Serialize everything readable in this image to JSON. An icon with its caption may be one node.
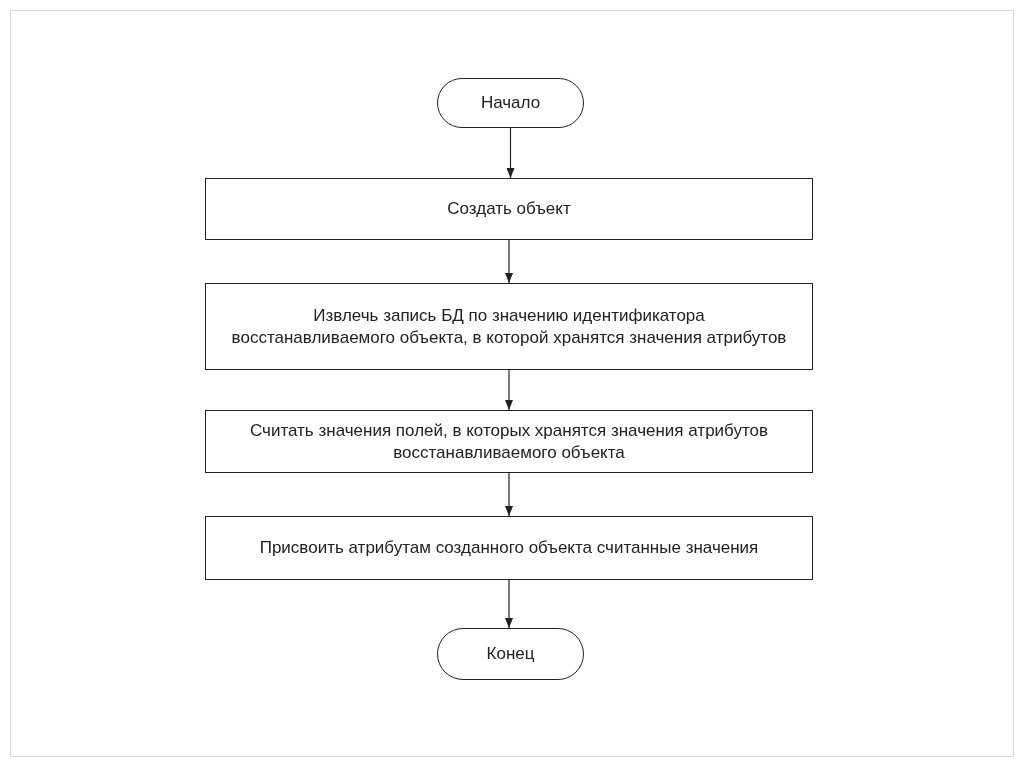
{
  "diagram": {
    "nodes": [
      {
        "text": [
          "Начало"
        ]
      },
      {
        "text": [
          "Создать объект"
        ]
      },
      {
        "text": [
          "Извлечь запись БД по значению идентификатора восстанавливаемого объекта, в которой хранятся значения атрибутов"
        ]
      },
      {
        "text": [
          "Считать значения полей, в которых хранятся значения атрибутов восстанавливаемого объекта"
        ]
      },
      {
        "text": [
          "Присвоить атрибутам созданного объекта считанные значения"
        ]
      },
      {
        "text": [
          "Конец"
        ]
      }
    ],
    "edges": [
      {
        "from": 0,
        "to": 1,
        "arrow": "to"
      },
      {
        "from": 1,
        "to": 2,
        "arrow": "to"
      },
      {
        "from": 2,
        "to": 3,
        "arrow": "to"
      },
      {
        "from": 3,
        "to": 4,
        "arrow": "to"
      },
      {
        "from": 4,
        "to": 5,
        "arrow": "to"
      }
    ]
  }
}
